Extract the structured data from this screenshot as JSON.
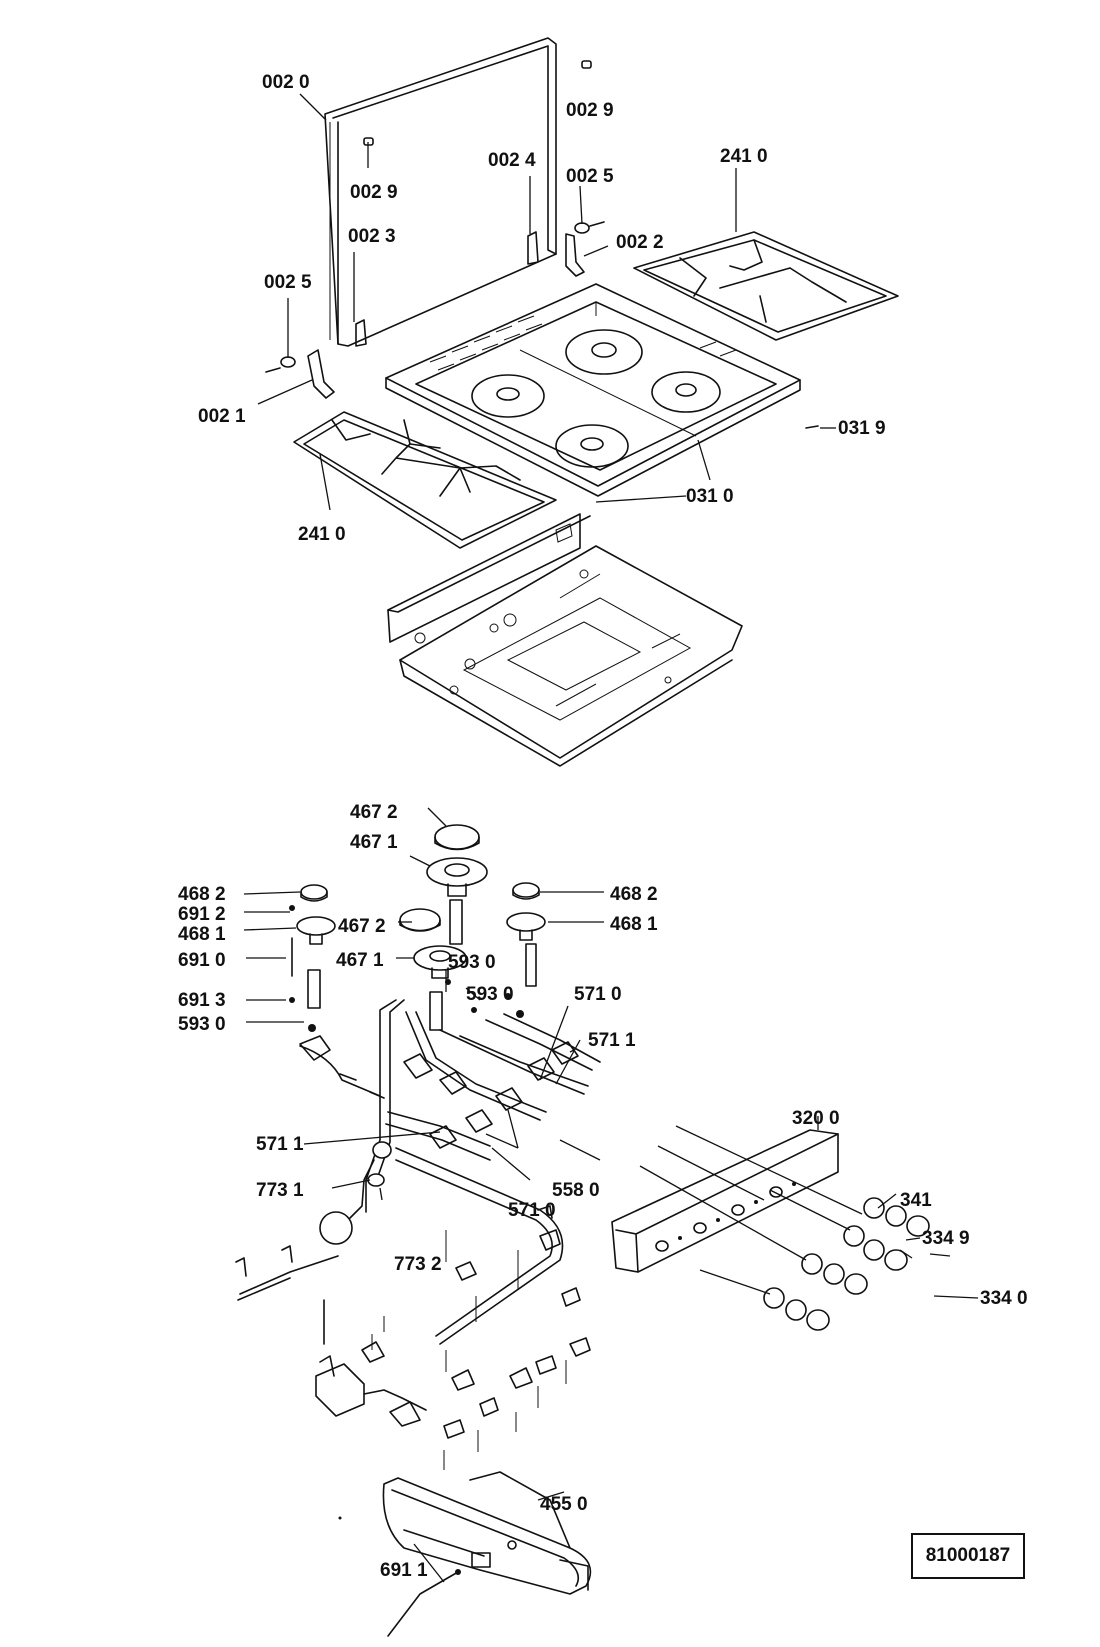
{
  "labels": {
    "l0020": "002 0",
    "l0029a": "002 9",
    "l0029b": "002 9",
    "l0024": "002 4",
    "l0025a": "002 5",
    "l0022": "002 2",
    "l0023": "002 3",
    "l0025b": "002 5",
    "l0021": "002 1",
    "l2410a": "241 0",
    "l2410b": "241 0",
    "l0319": "031 9",
    "l0310": "031 0",
    "l4672a": "467 2",
    "l4671a": "467 1",
    "l4682a": "468 2",
    "l6912": "691 2",
    "l4681a": "468 1",
    "l4672b": "467 2",
    "l4682b": "468 2",
    "l4681b": "468 1",
    "l6910": "691 0",
    "l4671b": "467 1",
    "l5930a": "593 0",
    "l5930b": "593 0",
    "l6913": "691 3",
    "l5930c": "593 0",
    "l5710a": "571 0",
    "l5711a": "571 1",
    "l3200": "320 0",
    "l5711b": "571 1",
    "l7731": "773 1",
    "l5580": "558 0",
    "l5710b": "571 0",
    "l341": "341",
    "l3349": "334 9",
    "l3340": "334 0",
    "l7732": "773 2",
    "l4550": "455 0",
    "l6911": "691 1"
  },
  "reference_number": "81000187"
}
